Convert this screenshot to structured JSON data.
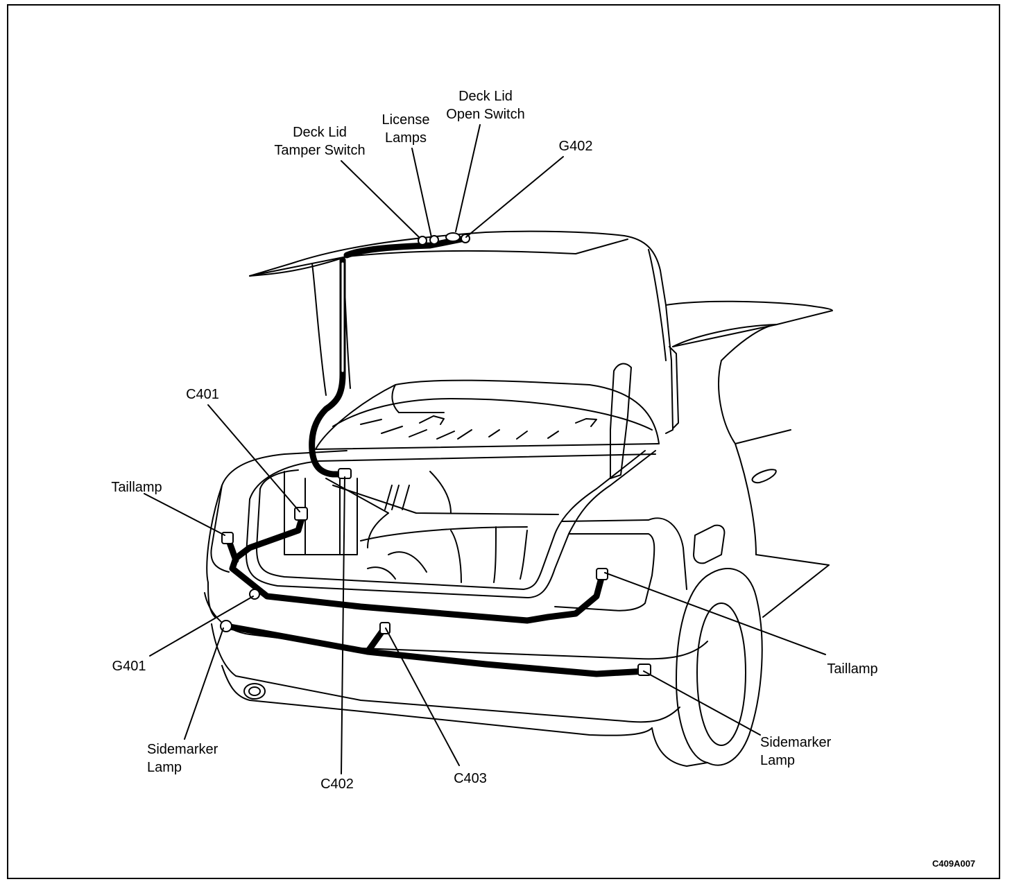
{
  "labels": {
    "deck_lid_tamper_switch": "Deck Lid\nTamper Switch",
    "license_lamps": "License\nLamps",
    "deck_lid_open_switch": "Deck Lid\nOpen Switch",
    "g402": "G402",
    "c401": "C401",
    "taillamp_left": "Taillamp",
    "g401": "G401",
    "sidemarker_lamp_left": "Sidemarker\nLamp",
    "c402": "C402",
    "c403": "C403",
    "taillamp_right": "Taillamp",
    "sidemarker_lamp_right": "Sidemarker\nLamp"
  },
  "figure_code": "C409A007"
}
